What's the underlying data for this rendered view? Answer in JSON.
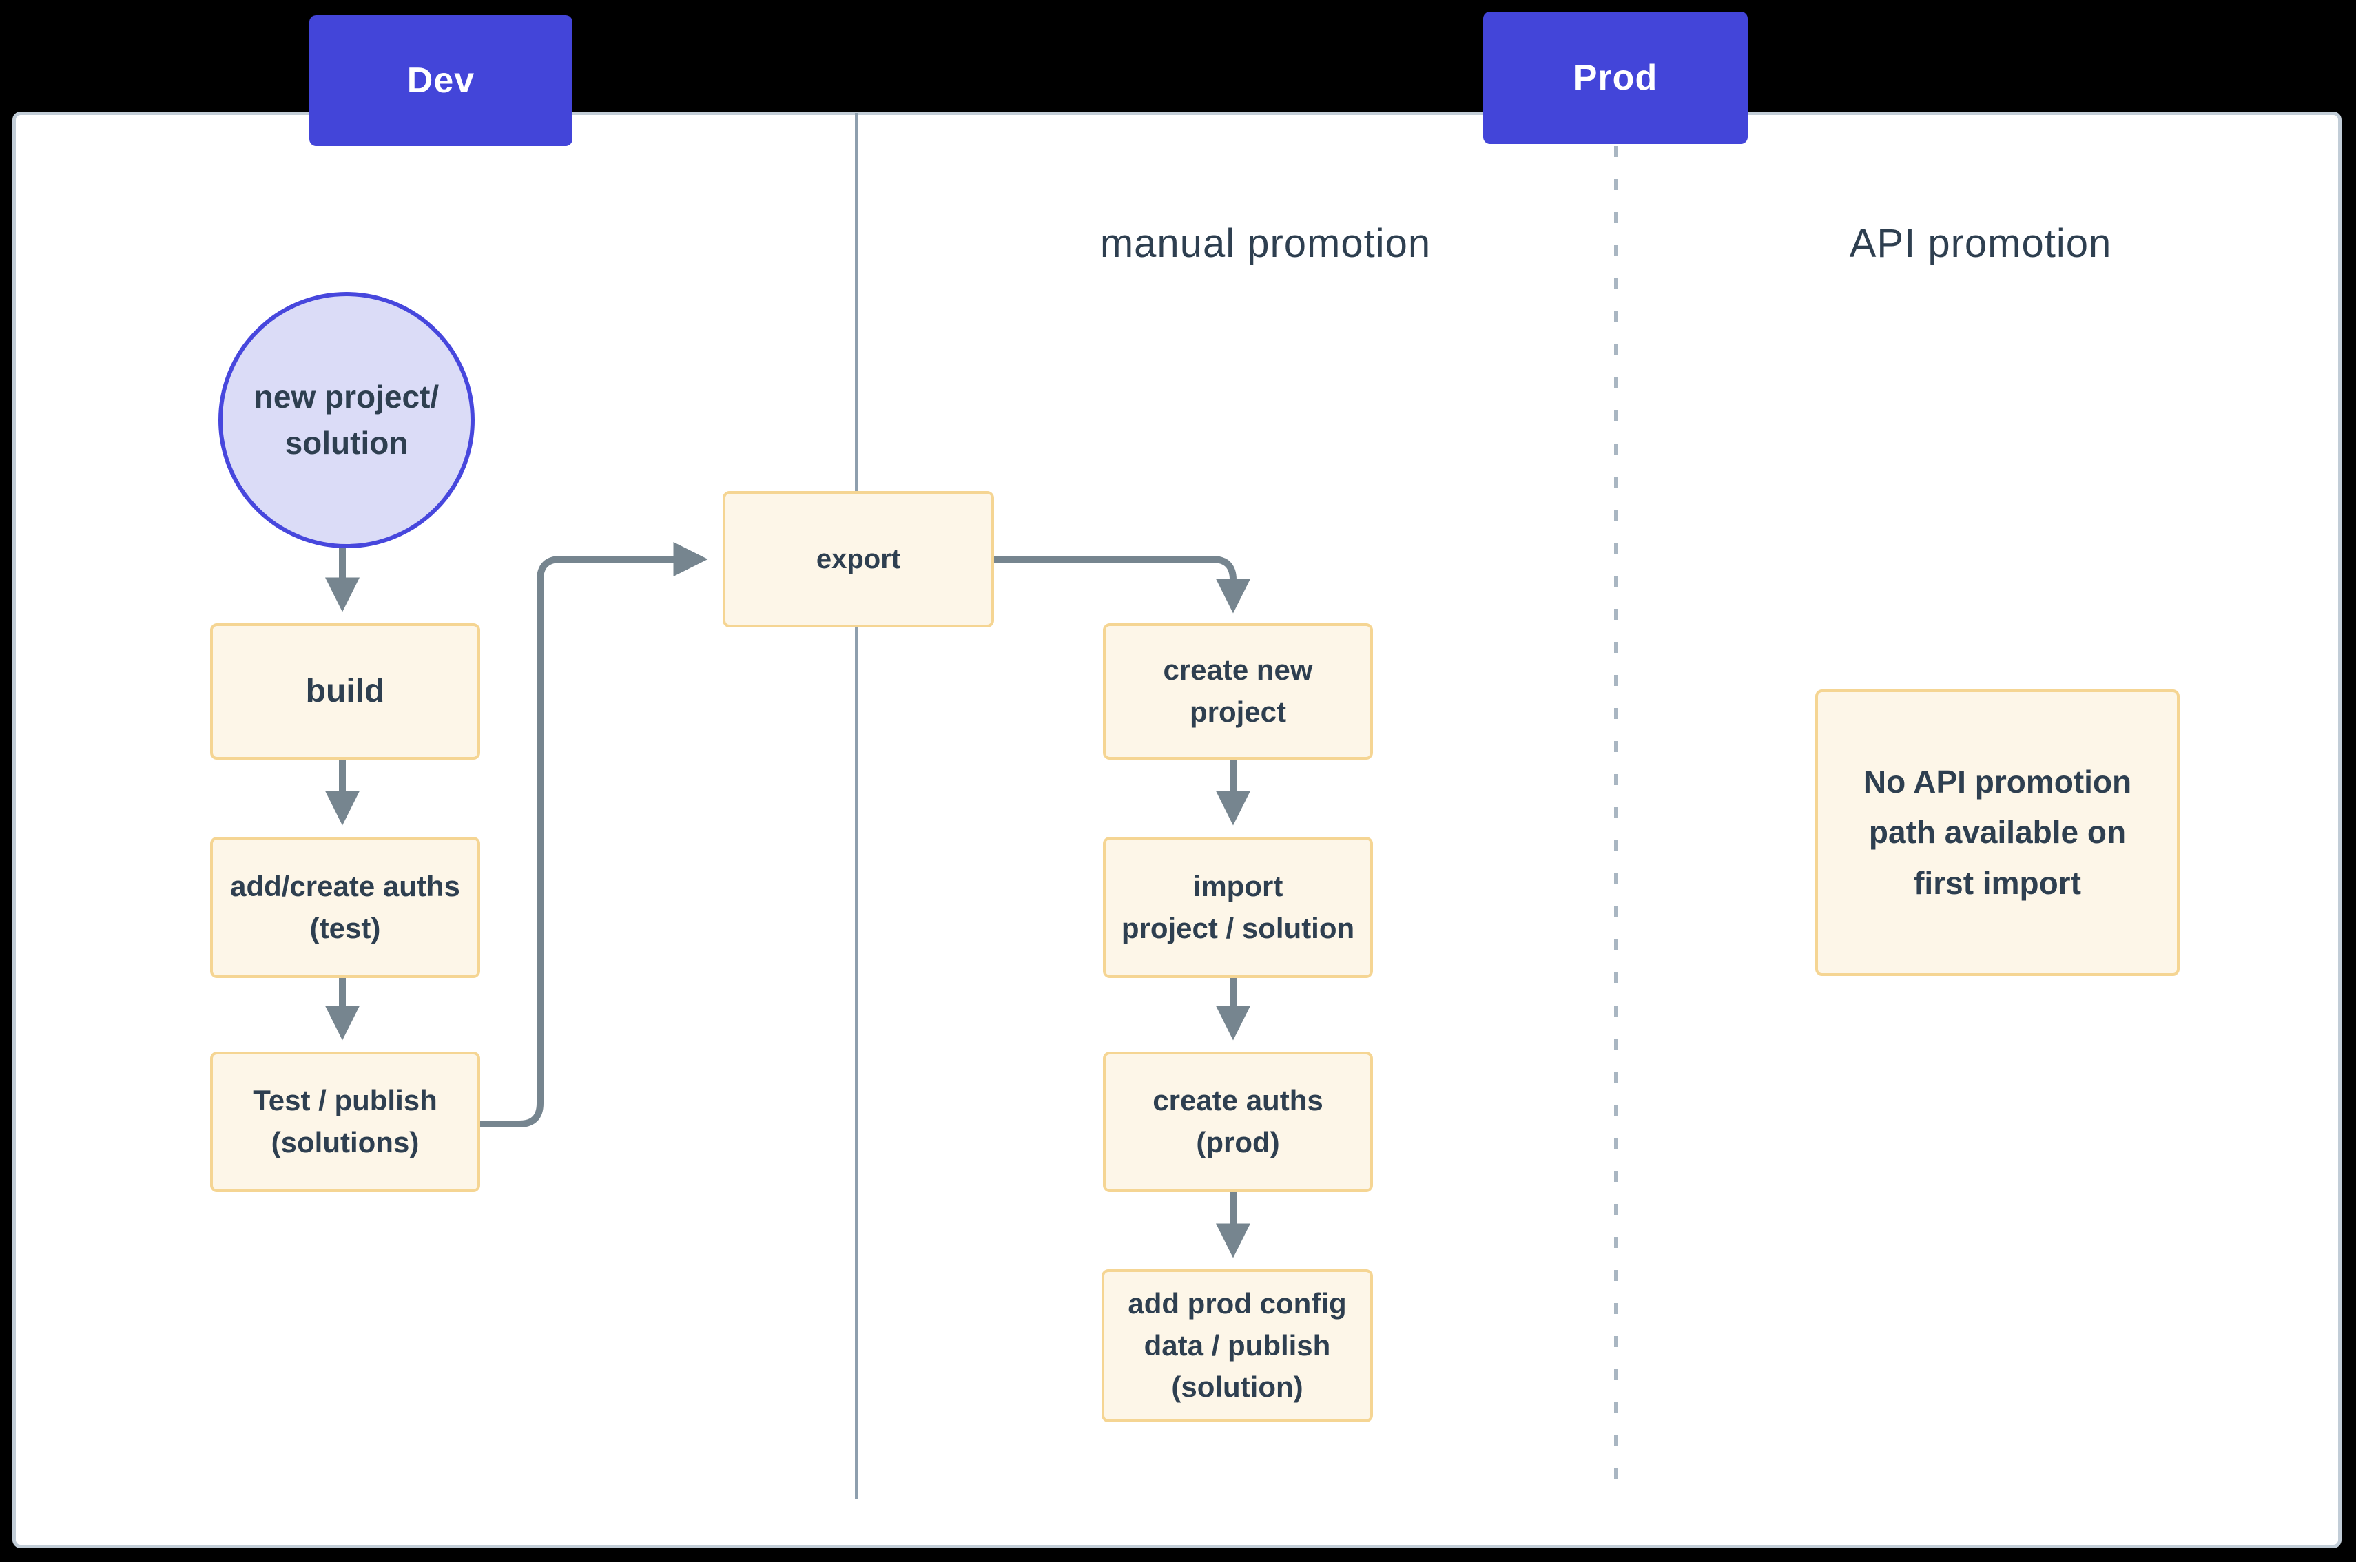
{
  "diagram": {
    "environments": {
      "dev_label": "Dev",
      "prod_label": "Prod"
    },
    "section_labels": {
      "manual_promotion": "manual promotion",
      "api_promotion": "API promotion"
    },
    "nodes": {
      "start_circle": "new project/\nsolution",
      "build": "build",
      "auths_test": "add/create auths\n(test)",
      "test_publish": "Test / publish\n(solutions)",
      "export": "export",
      "create_project": "create new\nproject",
      "import_project": "import\nproject / solution",
      "auths_prod": "create auths\n(prod)",
      "prod_config": "add prod config\ndata / publish\n(solution)",
      "no_api_note": "No API promotion\npath available on\nfirst import"
    },
    "colors": {
      "env_header_blue": "#4345d9",
      "node_fill_cream": "#fdf6e8",
      "node_border_yellow": "#f5d593",
      "start_circle_fill": "#dbdcf7",
      "start_circle_border": "#4747dd",
      "arrow_gray": "#76858f",
      "text_dark": "#2e3f50",
      "divider_solid": "#8e9fae",
      "divider_dashed": "#a9b6c2",
      "canvas_border": "#c2cdd7"
    }
  }
}
